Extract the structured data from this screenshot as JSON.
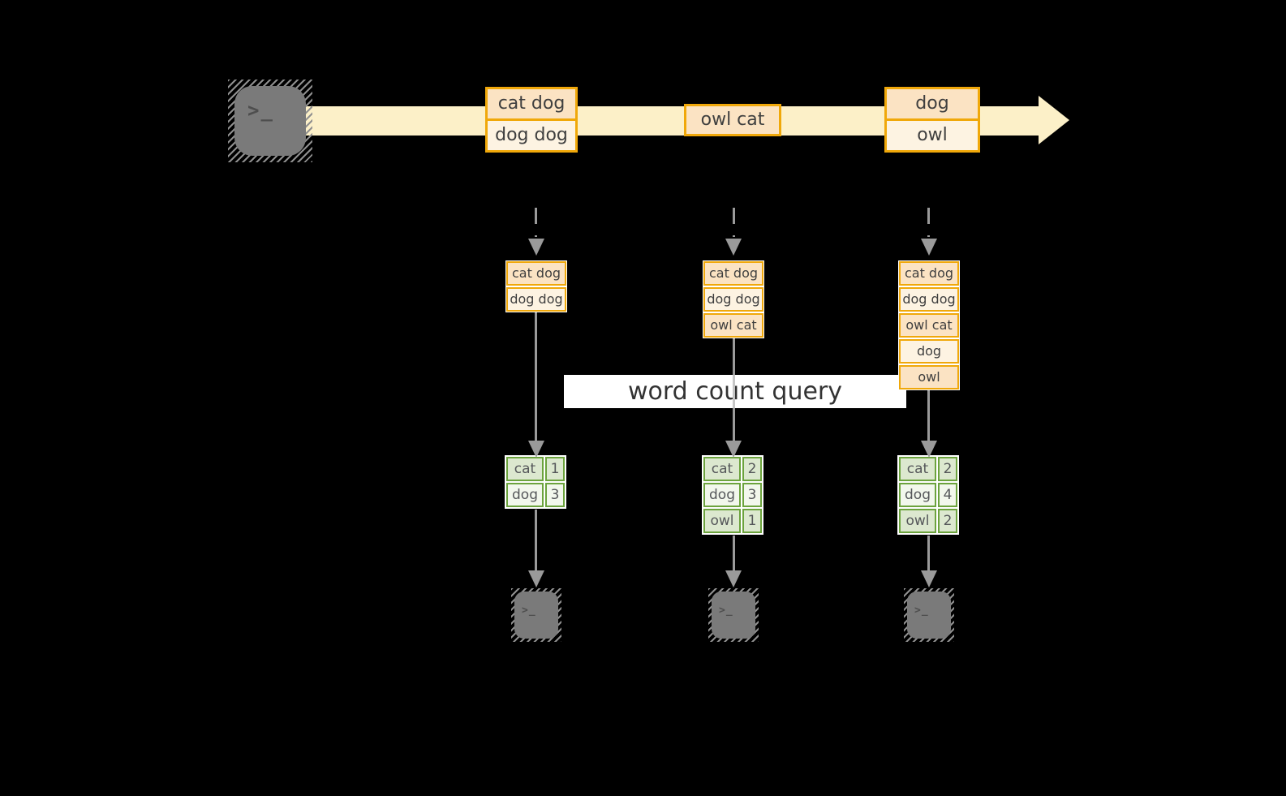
{
  "query_label": "word count query",
  "terminal_prompt": ">_",
  "stream": {
    "batches": [
      {
        "records": [
          "cat dog",
          "dog dog"
        ]
      },
      {
        "records": [
          "owl cat"
        ]
      },
      {
        "records": [
          "dog",
          "owl"
        ]
      }
    ]
  },
  "snapshots": [
    {
      "buffer": [
        "cat dog",
        "dog dog"
      ],
      "counts": [
        {
          "word": "cat",
          "count": "1"
        },
        {
          "word": "dog",
          "count": "3"
        }
      ]
    },
    {
      "buffer": [
        "cat dog",
        "dog dog",
        "owl cat"
      ],
      "counts": [
        {
          "word": "cat",
          "count": "2"
        },
        {
          "word": "dog",
          "count": "3"
        },
        {
          "word": "owl",
          "count": "1"
        }
      ]
    },
    {
      "buffer": [
        "cat dog",
        "dog dog",
        "owl cat",
        "dog",
        "owl"
      ],
      "counts": [
        {
          "word": "cat",
          "count": "2"
        },
        {
          "word": "dog",
          "count": "4"
        },
        {
          "word": "owl",
          "count": "2"
        }
      ]
    }
  ],
  "colors": {
    "accent_orange": "#F0A80A",
    "fill_peach": "#FBE3C3",
    "fill_cream": "#FDF3E2",
    "stream_band": "#FCF0C8",
    "accent_green": "#6CA33D",
    "fill_sage": "#DCE8CF",
    "fill_pale_green": "#F2F7EC",
    "arrow_gray": "#9A9A9A"
  }
}
